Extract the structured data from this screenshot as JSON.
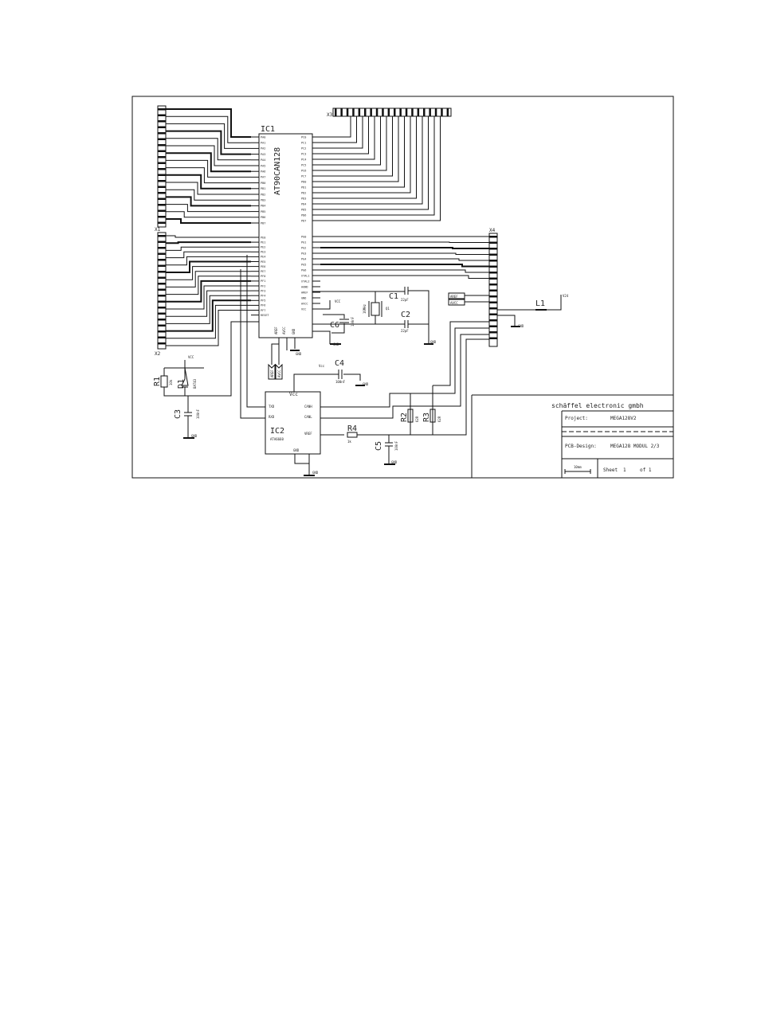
{
  "schematic": {
    "ic1": {
      "ref": "IC1",
      "part": "AT90CAN128",
      "left_pins": [
        "PA0",
        "PA1",
        "PA2",
        "PA3",
        "PA4",
        "PA5",
        "PA6",
        "PA7",
        "PB0",
        "PB1",
        "PB2",
        "PB3",
        "PB4",
        "PB5",
        "PB6",
        "PB7",
        "PE0",
        "PE1",
        "PE2",
        "PE3",
        "PE4",
        "PE5",
        "PE6",
        "PE7",
        "PF0",
        "PF1",
        "PF2",
        "PF3",
        "PF4",
        "PF5",
        "PF6",
        "PF7",
        "RESET"
      ],
      "right_pins": [
        "PC0",
        "PC1",
        "PC2",
        "PC3",
        "PC4",
        "PC5",
        "PC6",
        "PC7",
        "PD0",
        "PD1",
        "PD2",
        "PD3",
        "PD4",
        "PD5",
        "PD6",
        "PD7",
        "PG0",
        "PG1",
        "PG2",
        "PG3",
        "PG4",
        "PG5",
        "PG6",
        "XTAL1",
        "XTAL2",
        "AGND",
        "AREF",
        "GND",
        "AVCC",
        "VCC"
      ],
      "bottom_pins": [
        "AREF",
        "AVCC",
        "GND"
      ]
    },
    "ic2": {
      "ref": "IC2",
      "part": "ATA6660",
      "supply": "Vcc",
      "pins": [
        "TXD",
        "RXD",
        "CANH",
        "CANL",
        "VREF",
        "GND"
      ]
    },
    "x1": {
      "ref": "X1"
    },
    "x2": {
      "ref": "X2"
    },
    "x3": {
      "ref": "X3"
    },
    "x4": {
      "ref": "X4"
    },
    "q1": {
      "ref": "Q1",
      "value": "16MHz"
    },
    "c1": {
      "ref": "C1",
      "value": "22pF"
    },
    "c2": {
      "ref": "C2",
      "value": "22pF"
    },
    "c3": {
      "ref": "C3",
      "value": "100nF"
    },
    "c4": {
      "ref": "C4",
      "value": "100nF"
    },
    "c5": {
      "ref": "C5",
      "value": "100nF"
    },
    "c6": {
      "ref": "C6",
      "value": "100nF"
    },
    "r1": {
      "ref": "R1",
      "value": "10k"
    },
    "r2": {
      "ref": "R2",
      "value": "62R"
    },
    "r3": {
      "ref": "R3",
      "value": "62R"
    },
    "r4": {
      "ref": "R4",
      "value": "1k"
    },
    "d1": {
      "ref": "D1",
      "value": "BAT43"
    },
    "l1": {
      "ref": "L1"
    },
    "nets": {
      "vcc": "VCC",
      "vcc_lower": "Vcc",
      "gnd": "GND",
      "agnd": "AGND",
      "avcc": "AVCC",
      "aref": "AREF",
      "v24": "V24",
      "avcc_label": "AVCC",
      "aref_label": "AREF"
    },
    "title_block": {
      "company": "schäffel electronic gmbh",
      "project_label": "Project:",
      "project_value": "MEGA128V2",
      "pcb_label": "PCB-Design:",
      "pcb_value": "MEGA128 MODUL 2/3",
      "scale": "10mm",
      "sheet_label": "Sheet",
      "sheet_num": "1",
      "sheet_of": "of 1"
    }
  }
}
